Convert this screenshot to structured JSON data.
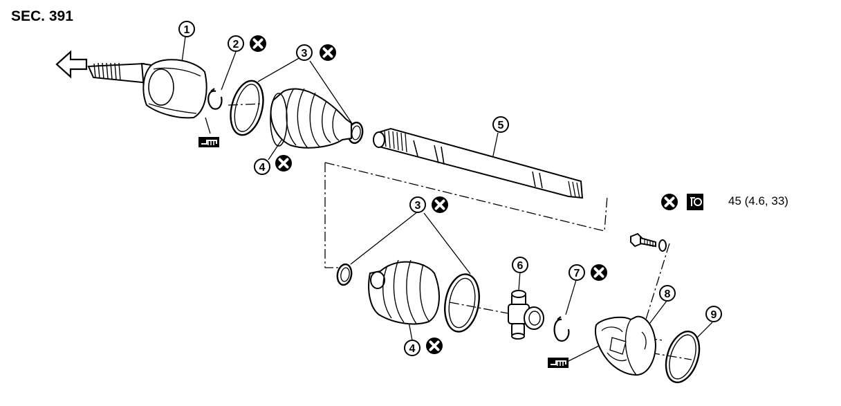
{
  "section_label": "SEC. 391",
  "torque_spec": "45 (4.6, 33)",
  "callouts": [
    {
      "id": "c1a",
      "num": "1"
    },
    {
      "id": "c2a",
      "num": "2"
    },
    {
      "id": "c3a",
      "num": "3"
    },
    {
      "id": "c4a",
      "num": "4"
    },
    {
      "id": "c5a",
      "num": "5"
    },
    {
      "id": "c3b",
      "num": "3"
    },
    {
      "id": "c6a",
      "num": "6"
    },
    {
      "id": "c7a",
      "num": "7"
    },
    {
      "id": "c8a",
      "num": "8"
    },
    {
      "id": "c9a",
      "num": "9"
    },
    {
      "id": "c4b",
      "num": "4"
    }
  ],
  "icons": {
    "replace_symbol": "x-circle-icon",
    "grease_symbol": "grease-icon",
    "torque_symbol": "torque-wrench-icon",
    "direction_symbol": "arrow-left-icon"
  }
}
